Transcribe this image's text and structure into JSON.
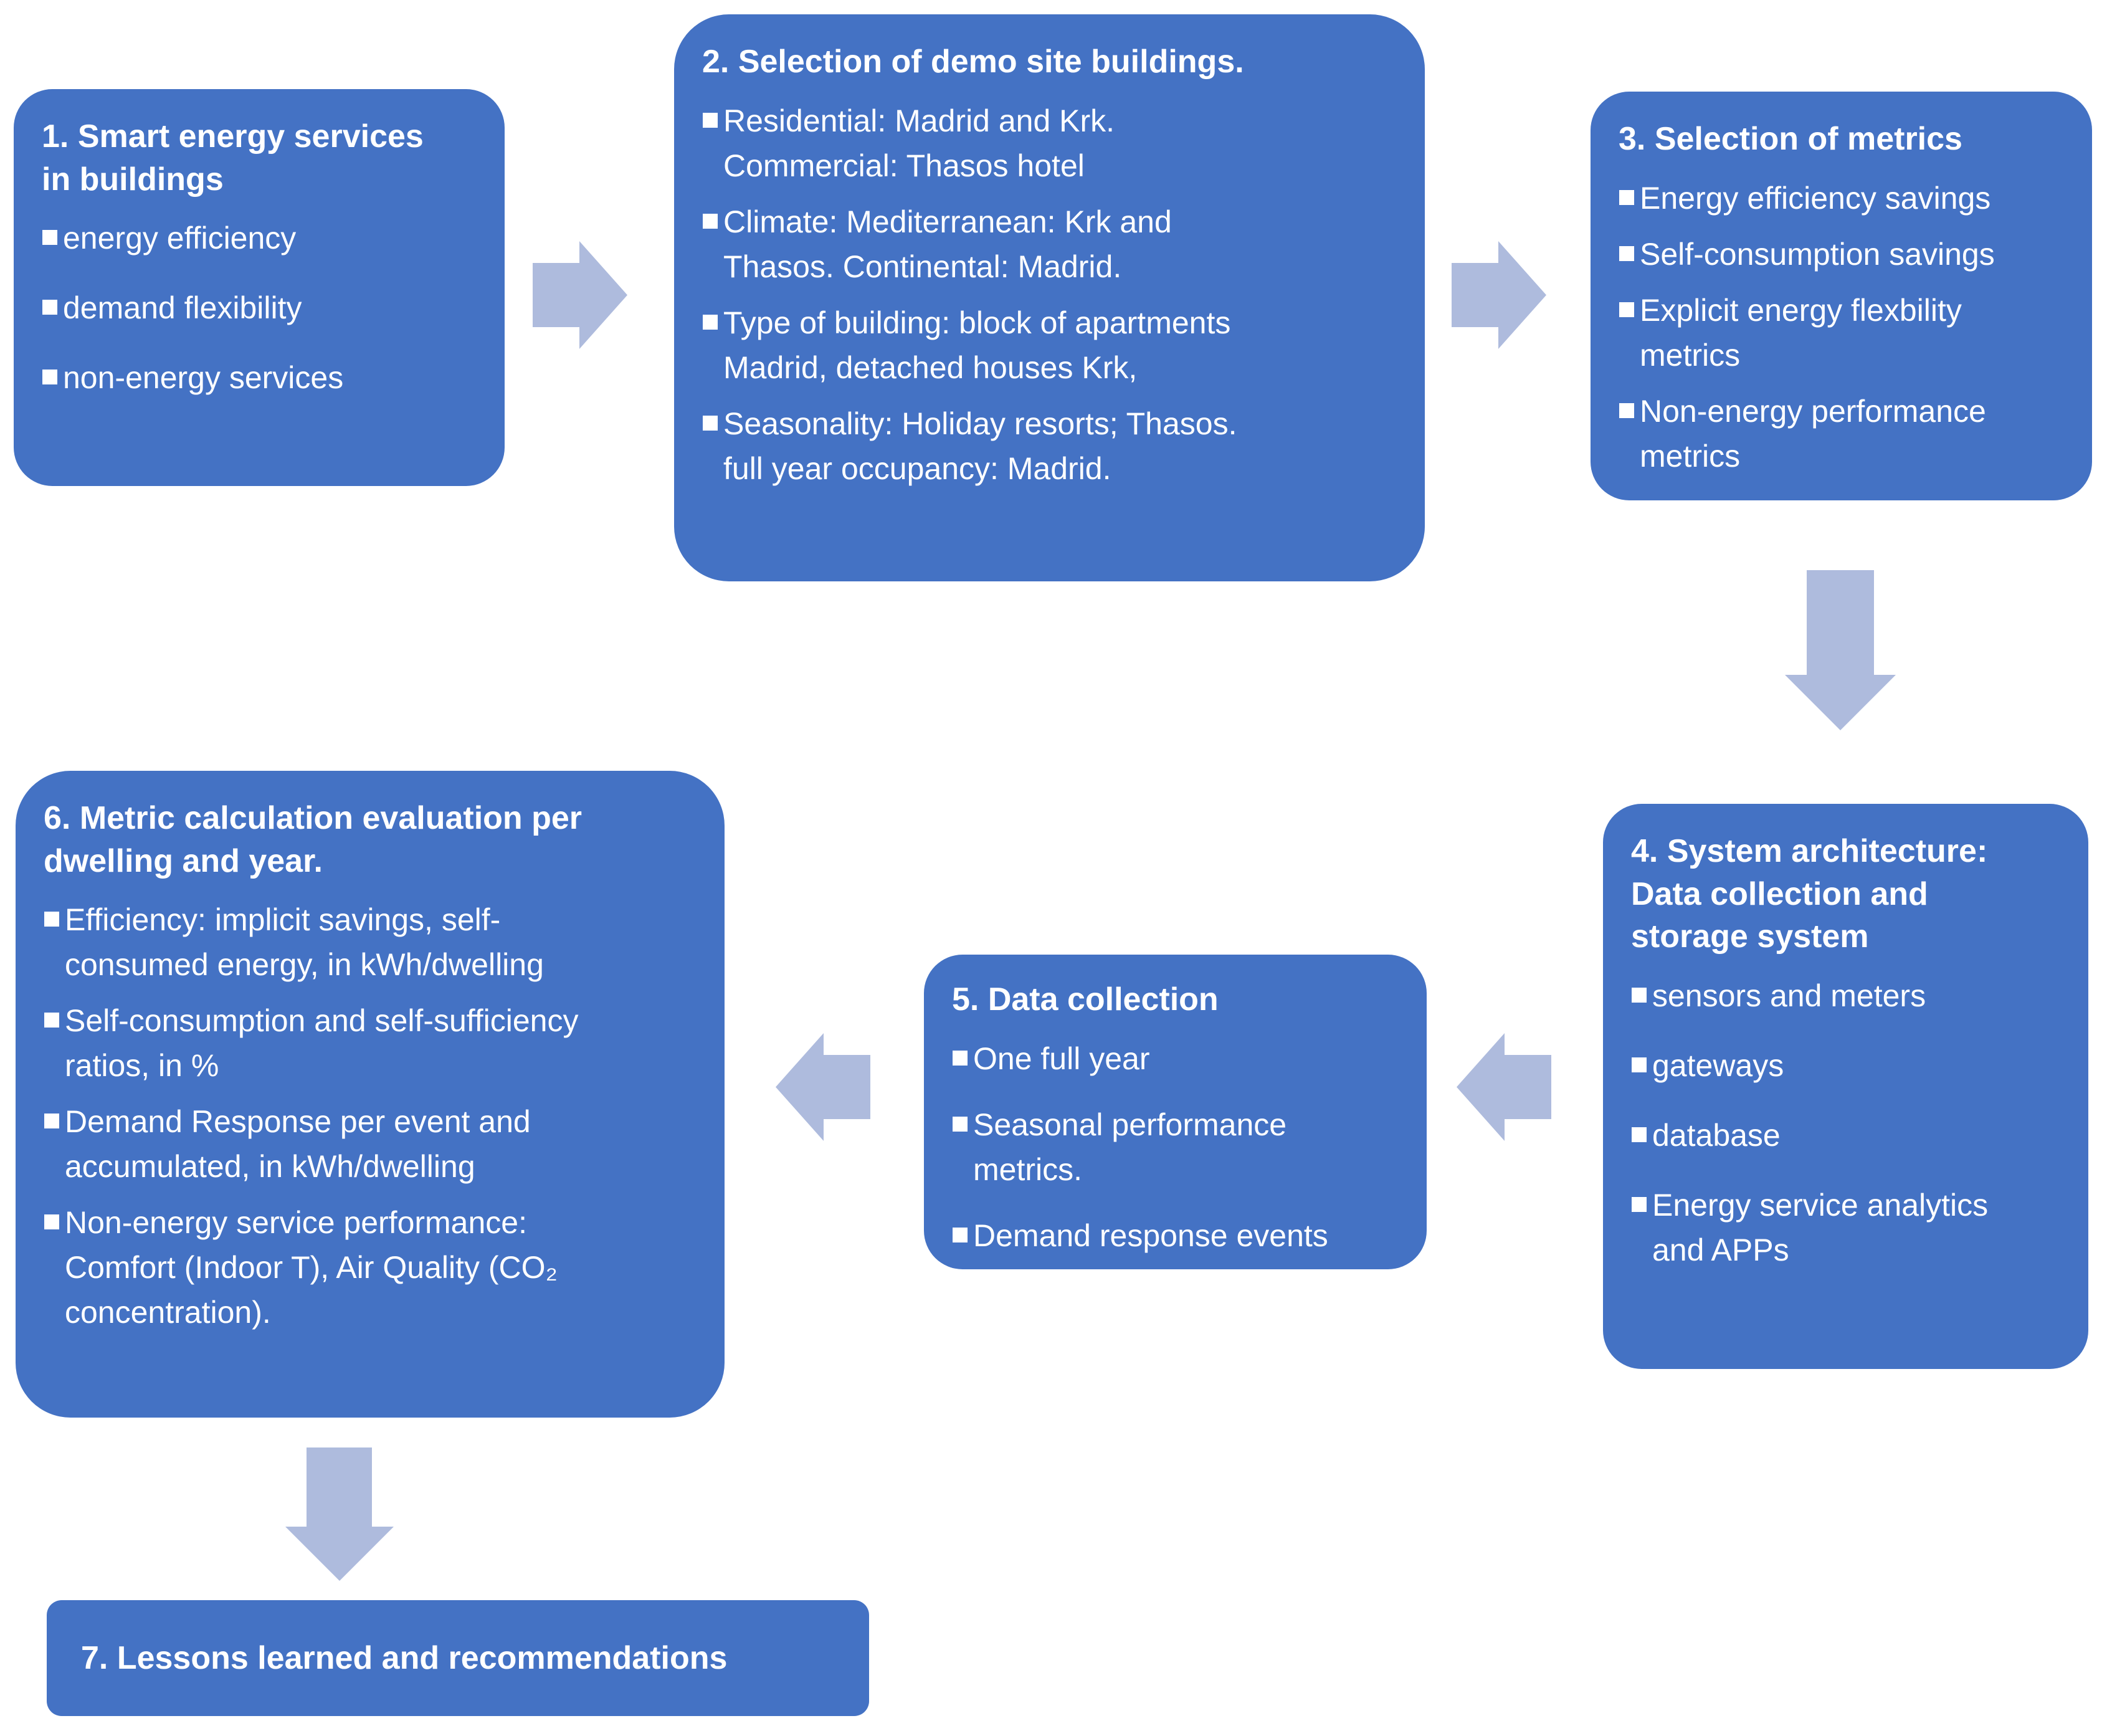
{
  "diagram": {
    "background": "#FFFFFF",
    "box_color": "#4472C4",
    "arrow_color": "#AEBBDD",
    "text_color": "#FFFFFF",
    "boxes": [
      {
        "title": "1. Smart energy services\nin buildings",
        "bullets": [
          "energy efficiency",
          "demand flexibility",
          "non-energy services"
        ]
      },
      {
        "title": "2. Selection of demo site buildings.",
        "bullets": [
          "Residential: Madrid and Krk.\nCommercial: Thasos hotel",
          "Climate: Mediterranean: Krk and\nThasos. Continental: Madrid.",
          "Type of building: block of apartments\nMadrid, detached houses Krk,",
          "Seasonality: Holiday resorts; Thasos.\nfull year occupancy: Madrid."
        ]
      },
      {
        "title": "3. Selection of metrics",
        "bullets": [
          "Energy efficiency savings",
          "Self-consumption savings",
          "Explicit energy flexbility\nmetrics",
          "Non-energy performance\nmetrics"
        ]
      },
      {
        "title": "4. System architecture:\nData collection and\nstorage system",
        "bullets": [
          "sensors and meters",
          "gateways",
          "database",
          "Energy service analytics\nand APPs"
        ]
      },
      {
        "title": "5. Data collection",
        "bullets": [
          "One full year",
          "Seasonal performance\nmetrics.",
          "Demand response events"
        ]
      },
      {
        "title": "6. Metric calculation evaluation per\ndwelling and year.",
        "bullets": [
          "Efficiency: implicit savings, self-\nconsumed energy, in kWh/dwelling",
          "Self-consumption and self-sufficiency\nratios, in %",
          "Demand Response per event and\naccumulated, in kWh/dwelling",
          "Non-energy service performance:\nComfort (Indoor T), Air Quality (CO₂\nconcentration)."
        ]
      },
      {
        "title": "7. Lessons learned and recommendations",
        "bullets": []
      }
    ],
    "arrows": [
      {
        "from": "1",
        "to": "2",
        "direction": "right"
      },
      {
        "from": "2",
        "to": "3",
        "direction": "right"
      },
      {
        "from": "3",
        "to": "4",
        "direction": "down"
      },
      {
        "from": "4",
        "to": "5",
        "direction": "left"
      },
      {
        "from": "5",
        "to": "6",
        "direction": "left"
      },
      {
        "from": "6",
        "to": "7",
        "direction": "down"
      }
    ]
  }
}
